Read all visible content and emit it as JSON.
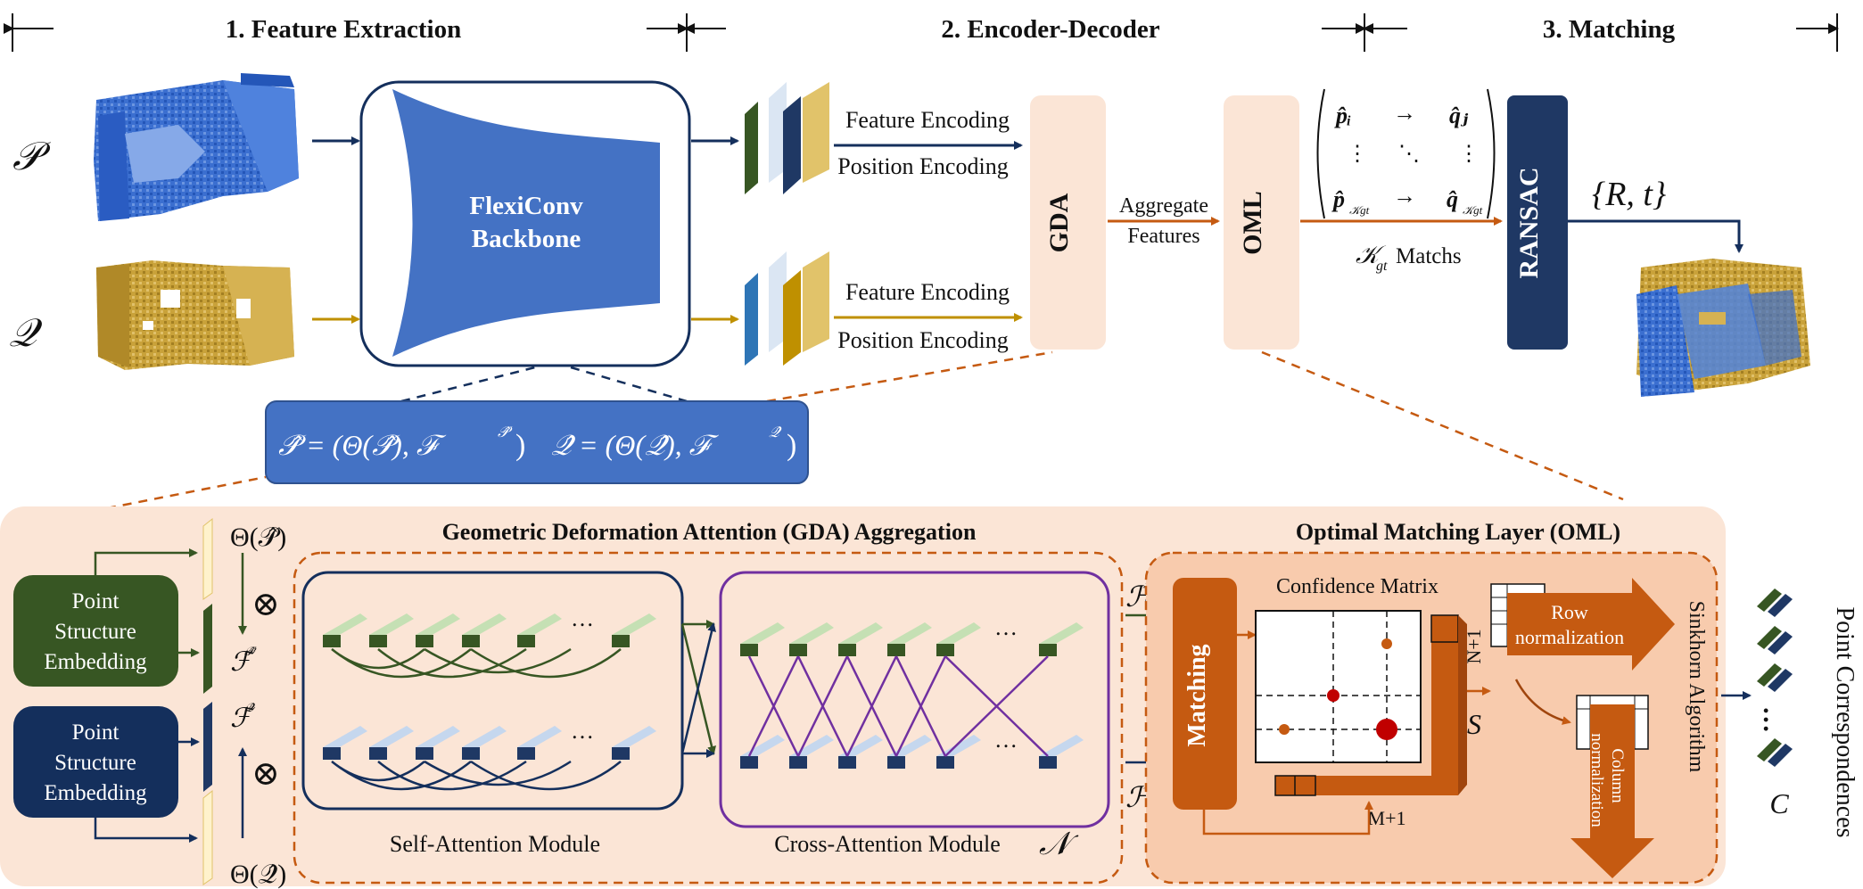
{
  "stages": {
    "s1": "1. Feature Extraction",
    "s2": "2. Encoder-Decoder",
    "s3": "3. Matching"
  },
  "inputs": {
    "p": "𝒫",
    "q": "𝒬"
  },
  "backbone": {
    "line1": "FlexiConv",
    "line2": "Backbone"
  },
  "encodings": {
    "feature": "Feature Encoding",
    "position": "Position Encoding"
  },
  "gda_label": "GDA",
  "oml_label": "OML",
  "ransac_label": "RANSAC",
  "aggregate": {
    "line1": "Aggregate",
    "line2": "Features"
  },
  "match_matrix": {
    "p_i": "p̂ᵢ",
    "q_j": "q̂ⱼ",
    "p_k": "p̂",
    "q_k": "q̂",
    "arrow": "→",
    "vdots": "⋮",
    "ddots": "⋱",
    "sub": "𝒦gt"
  },
  "matchs": {
    "symbol": "𝒦",
    "sub": "gt",
    "text": "Matchs"
  },
  "transform": "{R,   t}",
  "formula": {
    "left": "𝒫̂ = (Θ(𝒫̂), ℱ",
    "left_sup": "𝒫̂",
    "right": "𝒬̂ = (Θ(𝒬̂), ℱ",
    "right_sup": "𝒬̂",
    "close": ")"
  },
  "gda_section": {
    "title": "Geometric Deformation Attention (GDA) Aggregation",
    "self_attention": "Self-Attention Module",
    "cross_attention": "Cross-Attention Module",
    "n_symbol": "𝒩",
    "dots": "…"
  },
  "embedding": {
    "line1": "Point",
    "line2": "Structure",
    "line3": "Embedding"
  },
  "theta_p": "Θ(𝒫̂)",
  "theta_q": "Θ(𝒬̂)",
  "feat_p": "ℱ",
  "feat_q": "ℱ",
  "otimes": "⊗",
  "oml_section": {
    "title": "Optimal Matching Layer (OML)",
    "matching": "Matching",
    "confidence": "Confidence Matrix",
    "n1": "N+1",
    "m1": "M+1",
    "s": "S",
    "row_norm_1": "Row",
    "row_norm_2": "normalization",
    "col_norm_1": "Column",
    "col_norm_2": "normalization",
    "sinkhorn": "Sinkhorn Algorithm"
  },
  "h_p": "ℋ",
  "h_q": "ℋ",
  "output": {
    "label": "Point  Correspondences",
    "c": "C"
  },
  "colors": {
    "blue_cloud": "#3b6fd0",
    "gold_cloud": "#c9a23a",
    "navy": "#142f5c",
    "green": "#375623",
    "orange": "#c55a11",
    "peach": "#fbe5d6",
    "purple": "#7030a0",
    "backbone": "#4472c4"
  }
}
